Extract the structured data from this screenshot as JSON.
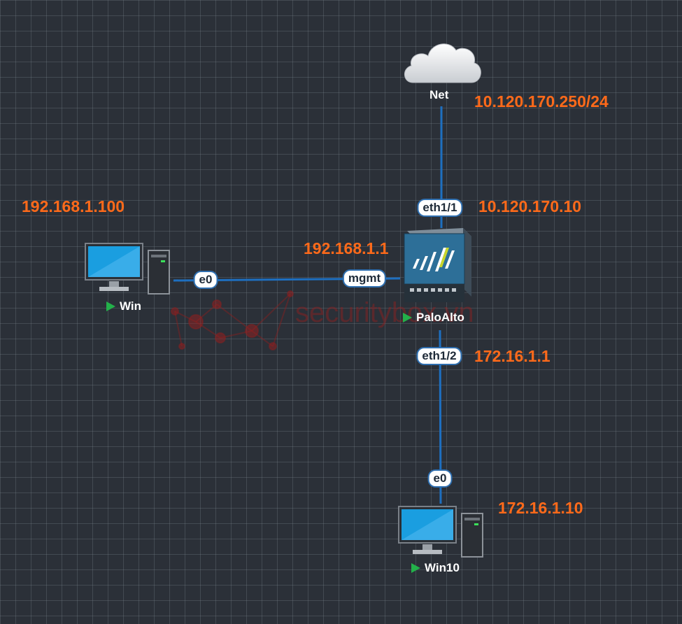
{
  "diagram": {
    "nodes": {
      "net": {
        "label": "Net"
      },
      "palo": {
        "label": "PaloAlto"
      },
      "win": {
        "label": "Win"
      },
      "win10": {
        "label": "Win10"
      }
    },
    "interfaces": {
      "palo_eth1_1": "eth1/1",
      "palo_mgmt": "mgmt",
      "palo_eth1_2": "eth1/2",
      "win_e0": "e0",
      "win10_e0": "e0"
    },
    "ip_labels": {
      "net": "10.120.170.250/24",
      "eth1_1": "10.120.170.10",
      "mgmt": "192.168.1.1",
      "win": "192.168.1.100",
      "eth1_2": "172.16.1.1",
      "win10": "172.16.1.10"
    },
    "watermark": "securitybox.vn",
    "colors": {
      "background": "#2b3038",
      "link": "#1e6fc0",
      "ip_text": "#ff6a1a",
      "running_indicator": "#23b04a"
    },
    "node_status": "running"
  }
}
